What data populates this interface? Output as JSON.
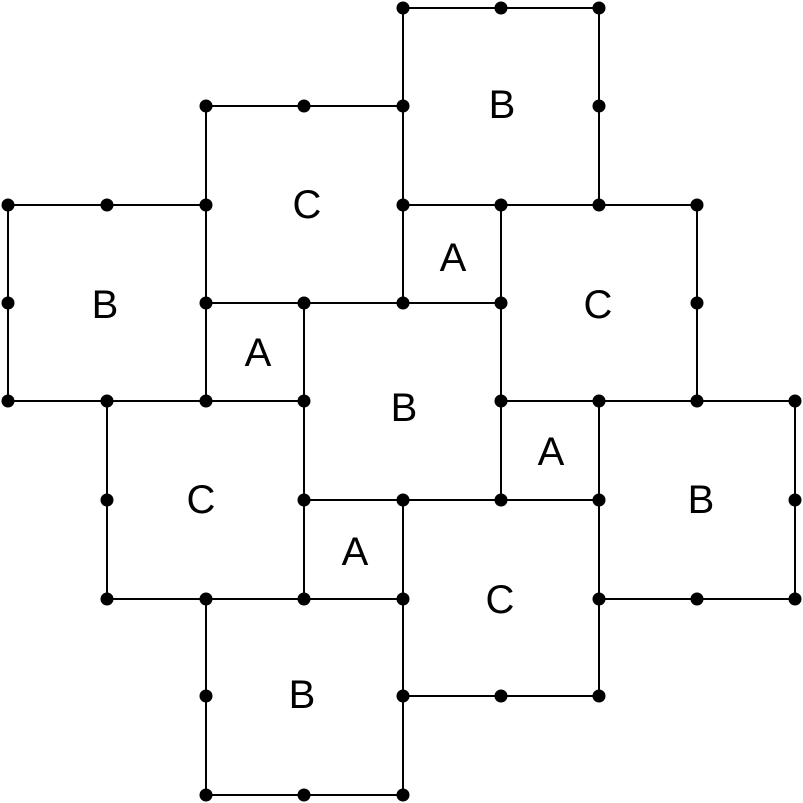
{
  "diagram": {
    "labels": {
      "small_square": "A",
      "large_square_b": "B",
      "large_square_c": "C"
    },
    "tiles": [
      {
        "id": "b-top",
        "label": "B"
      },
      {
        "id": "c-upper-left",
        "label": "C"
      },
      {
        "id": "a-upper-center",
        "label": "A"
      },
      {
        "id": "b-left",
        "label": "B"
      },
      {
        "id": "c-right",
        "label": "C"
      },
      {
        "id": "a-left",
        "label": "A"
      },
      {
        "id": "b-center",
        "label": "B"
      },
      {
        "id": "a-right",
        "label": "A"
      },
      {
        "id": "c-lower-left",
        "label": "C"
      },
      {
        "id": "b-right",
        "label": "B"
      },
      {
        "id": "a-lower-center",
        "label": "A"
      },
      {
        "id": "c-lower-right",
        "label": "C"
      },
      {
        "id": "b-bottom",
        "label": "B"
      }
    ],
    "colors": {
      "line": "#000000",
      "vertex": "#000000",
      "background": "#ffffff"
    }
  }
}
